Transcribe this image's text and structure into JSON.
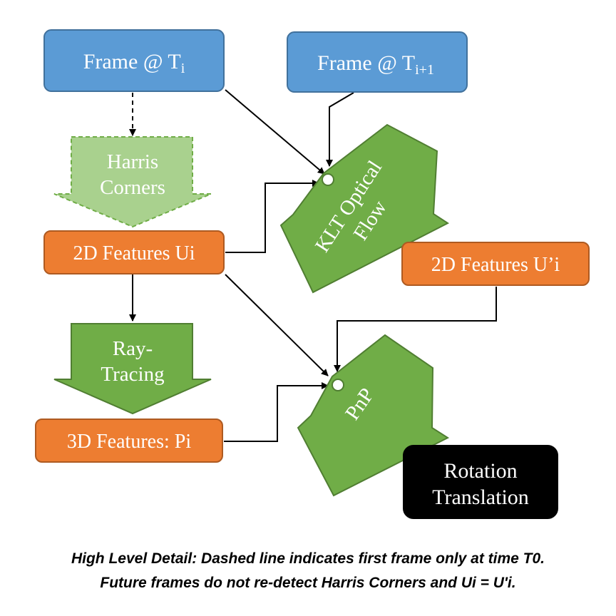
{
  "colors": {
    "blue": "#5b9bd5",
    "blue_border": "#41719c",
    "orange": "#ed7d31",
    "orange_border": "#ae5a21",
    "green": "#70ad47",
    "green_border": "#507e32",
    "light_green": "#a9d18e",
    "black": "#000000"
  },
  "nodes": {
    "frame_ti": {
      "label": "Frame @ T",
      "subscript": "i"
    },
    "frame_ti1": {
      "label": "Frame @ T",
      "subscript": "i+1"
    },
    "harris": {
      "line1": "Harris",
      "line2": "Corners"
    },
    "klt": {
      "line1": "KLT Optical",
      "line2": "Flow"
    },
    "features_ui": {
      "label": "2D Features Ui"
    },
    "features_upi": {
      "label": "2D Features U’i"
    },
    "raytracing": {
      "line1": "Ray-",
      "line2": "Tracing"
    },
    "features_pi": {
      "label": "3D Features: Pi"
    },
    "pnp": {
      "label": "PnP"
    },
    "output": {
      "line1": "Rotation",
      "line2": "Translation"
    }
  },
  "caption": {
    "line1": "High Level Detail: Dashed line indicates first frame only at time T0.",
    "line2": "Future frames do not re-detect Harris Corners and Ui = U'i."
  }
}
